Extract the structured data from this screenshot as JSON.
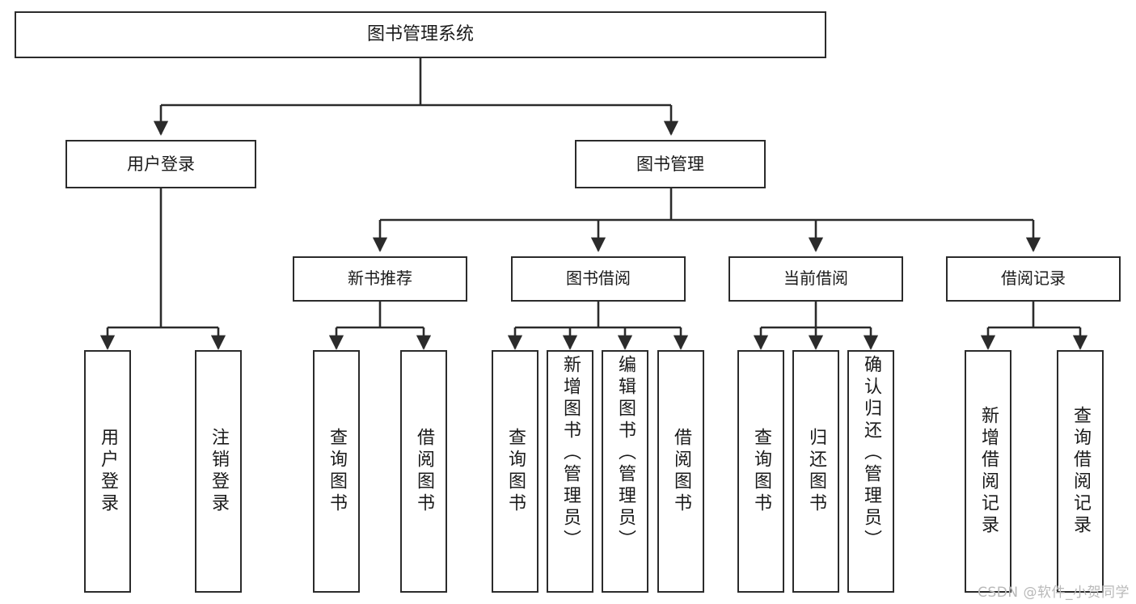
{
  "diagram": {
    "title": "图书管理系统",
    "type": "tree",
    "watermark": "CSDN @软件_小贺同学",
    "colors": {
      "box_border": "#2b2b2b",
      "box_fill": "#ffffff",
      "connector": "#2b2b2b",
      "text": "#1a1a1a",
      "watermark": "#b9b9b9"
    },
    "nodes": {
      "root": {
        "label": "图书管理系统"
      },
      "level2": [
        {
          "id": "user-login",
          "label": "用户登录"
        },
        {
          "id": "book-manage",
          "label": "图书管理"
        }
      ],
      "level3": [
        {
          "id": "new-book-recommend",
          "label": "新书推荐"
        },
        {
          "id": "book-borrow",
          "label": "图书借阅"
        },
        {
          "id": "current-borrow",
          "label": "当前借阅"
        },
        {
          "id": "borrow-record",
          "label": "借阅记录"
        }
      ],
      "leaves": {
        "user_login": [
          {
            "id": "leaf-user-login",
            "label": "用户登录"
          },
          {
            "id": "leaf-logout",
            "label": "注销登录"
          }
        ],
        "new_book_recommend": [
          {
            "id": "leaf-query-book-1",
            "label": "查询图书"
          },
          {
            "id": "leaf-borrow-book-1",
            "label": "借阅图书"
          }
        ],
        "book_borrow": [
          {
            "id": "leaf-query-book-2",
            "label": "查询图书"
          },
          {
            "id": "leaf-add-book",
            "label": "新增图书（管理员）"
          },
          {
            "id": "leaf-edit-book",
            "label": "编辑图书（管理员）"
          },
          {
            "id": "leaf-borrow-book-2",
            "label": "借阅图书"
          }
        ],
        "current_borrow": [
          {
            "id": "leaf-query-book-3",
            "label": "查询图书"
          },
          {
            "id": "leaf-return-book",
            "label": "归还图书"
          },
          {
            "id": "leaf-confirm-return",
            "label": "确认归还（管理员）"
          }
        ],
        "borrow_record": [
          {
            "id": "leaf-add-record",
            "label": "新增借阅记录"
          },
          {
            "id": "leaf-query-record",
            "label": "查询借阅记录"
          }
        ]
      }
    },
    "edges": [
      {
        "from": "图书管理系统",
        "to": "用户登录"
      },
      {
        "from": "图书管理系统",
        "to": "图书管理"
      },
      {
        "from": "图书管理",
        "to": "新书推荐"
      },
      {
        "from": "图书管理",
        "to": "图书借阅"
      },
      {
        "from": "图书管理",
        "to": "当前借阅"
      },
      {
        "from": "图书管理",
        "to": "借阅记录"
      },
      {
        "from": "用户登录",
        "to": "用户登录"
      },
      {
        "from": "用户登录",
        "to": "注销登录"
      },
      {
        "from": "新书推荐",
        "to": "查询图书"
      },
      {
        "from": "新书推荐",
        "to": "借阅图书"
      },
      {
        "from": "图书借阅",
        "to": "查询图书"
      },
      {
        "from": "图书借阅",
        "to": "新增图书（管理员）"
      },
      {
        "from": "图书借阅",
        "to": "编辑图书（管理员）"
      },
      {
        "from": "图书借阅",
        "to": "借阅图书"
      },
      {
        "from": "当前借阅",
        "to": "查询图书"
      },
      {
        "from": "当前借阅",
        "to": "归还图书"
      },
      {
        "from": "当前借阅",
        "to": "确认归还（管理员）"
      },
      {
        "from": "借阅记录",
        "to": "新增借阅记录"
      },
      {
        "from": "借阅记录",
        "to": "查询借阅记录"
      }
    ]
  }
}
